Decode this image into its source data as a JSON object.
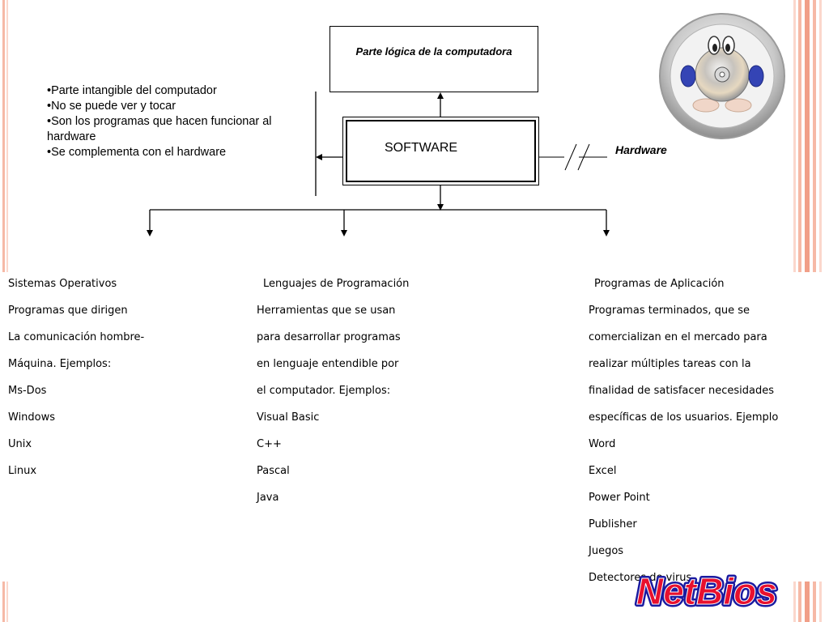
{
  "diagram": {
    "top_box": "Parte lógica de la computadora",
    "center_box": "SOFTWARE",
    "side_label": "Hardware",
    "bullets": [
      "•Parte intangible del computador",
      "•No se puede ver y tocar",
      "•Son los programas que hacen funcionar al hardware",
      "•Se complementa con el hardware"
    ]
  },
  "columns": [
    {
      "heading": "Sistemas Operativos",
      "lines": [
        "Programas que dirigen",
        "La comunicación hombre-",
        "Máquina. Ejemplos:",
        "Ms-Dos",
        "Windows",
        "Unix",
        "Linux"
      ]
    },
    {
      "heading": "Lenguajes de Programación",
      "lines": [
        "Herramientas que se usan",
        "para desarrollar programas",
        "en lenguaje entendible por",
        "el computador. Ejemplos:",
        "Visual Basic",
        "C++",
        "Pascal",
        "Java"
      ]
    },
    {
      "heading": "Programas de Aplicación",
      "lines": [
        "Programas terminados, que se",
        "comercializan en el mercado para",
        "realizar múltiples tareas con la",
        "finalidad de satisfacer necesidades",
        "específicas de los usuarios. Ejemplo",
        "Word",
        "Excel",
        "Power Point",
        "Publisher",
        "Juegos",
        "Detectores de virus"
      ]
    }
  ],
  "logo": {
    "text": "NetBios",
    "fill_color": "#e8102e",
    "outline_color": "#1a1aa0"
  },
  "theme": {
    "border_stripe_colors": [
      "#f6b9a6",
      "#fbd7cc",
      "#f19f88"
    ]
  }
}
